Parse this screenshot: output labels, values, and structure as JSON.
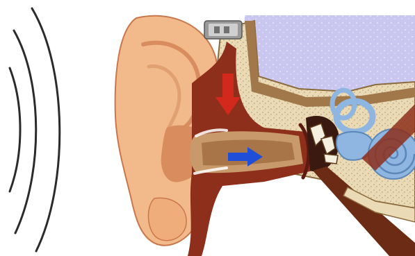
{
  "diagram": {
    "waves": {
      "count": 3,
      "stroke": "#2b2b2b"
    },
    "colors": {
      "background": "#ffffff",
      "skin": "#f2b98a",
      "skin_shadow": "#d98d5e",
      "skin_outline": "#c9774a",
      "canal_muscle": "#8e2f1b",
      "canal_dark": "#5c1a10",
      "bone": "#eadbb6",
      "bone_speckle": "#bfa57a",
      "bone_dark": "#8a6a3c",
      "brain_lavender": "#c9c6f0",
      "inner_ear_blue": "#8fb6e0",
      "inner_ear_outline": "#5a86b8",
      "red_arrow": "#d3281c",
      "blue_arrow": "#1f4fd8",
      "tube_dark": "#6b2b14"
    },
    "arrows": [
      {
        "name": "red-arrow",
        "direction": "down"
      },
      {
        "name": "blue-arrow",
        "direction": "right"
      }
    ]
  }
}
